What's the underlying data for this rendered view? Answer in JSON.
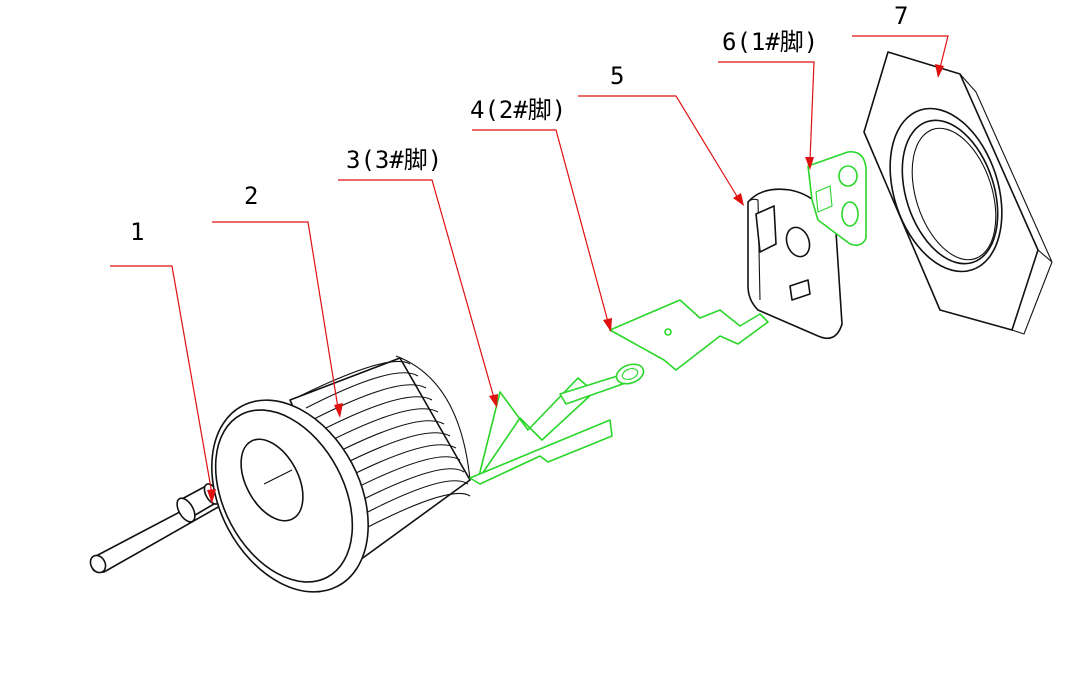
{
  "diagram": {
    "callouts": [
      {
        "id": "1",
        "label": "1"
      },
      {
        "id": "2",
        "label": "2"
      },
      {
        "id": "3",
        "label": "3(3#脚)"
      },
      {
        "id": "4",
        "label": "4(2#脚)"
      },
      {
        "id": "5",
        "label": "5"
      },
      {
        "id": "6",
        "label": "6(1#脚)"
      },
      {
        "id": "7",
        "label": "7"
      }
    ],
    "colors": {
      "leader": "#e01010",
      "outline": "#111111",
      "terminal_outline": "#2ad62a",
      "background": "#ffffff"
    }
  }
}
